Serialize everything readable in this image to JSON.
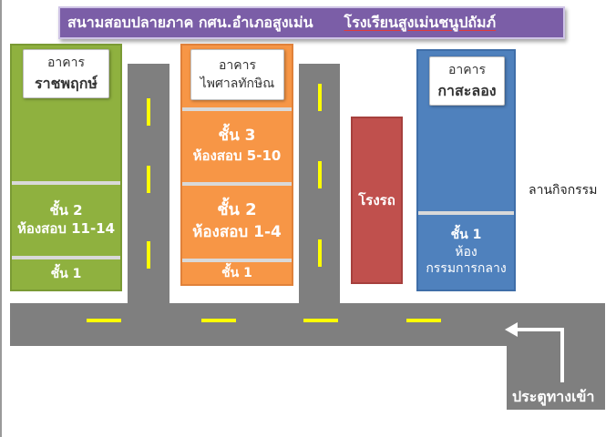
{
  "title": {
    "exam_site": "สนามสอบปลายภาค กศน.อำเภอสูงเม่น",
    "school": "โรงเรียนสูงเม่นชนูปถัมภ์"
  },
  "buildings": {
    "ratchaphruek": {
      "label": "อาคาร",
      "name": "ราชพฤกษ์",
      "floor2": {
        "floor": "ชั้น 2",
        "rooms": "ห้องสอบ 11-14"
      },
      "floor1": {
        "floor": "ชั้น 1"
      }
    },
    "phaisan": {
      "label": "อาคาร",
      "name": "ไพศาลทักษิณ",
      "floor3": {
        "floor": "ชั้น 3",
        "rooms": "ห้องสอบ 5-10"
      },
      "floor2": {
        "floor": "ชั้น 2",
        "rooms": "ห้องสอบ 1-4"
      },
      "floor1": {
        "floor": "ชั้น 1"
      }
    },
    "garage": {
      "name": "โรงรถ"
    },
    "kasalong": {
      "label": "อาคาร",
      "name": "กาสะลอง",
      "floor1": {
        "floor": "ชั้น 1",
        "room_line1": "ห้อง",
        "room_line2": "กรรมการกลาง"
      }
    }
  },
  "activity_ground": "ลานกิจกรรม",
  "entrance": "ประตูทางเข้า",
  "colors": {
    "title_bg": "#7b5ea7",
    "road": "#7f7f7f",
    "lane_marking": "#ffff00",
    "ratchaphruek": "#8fb13f",
    "phaisan": "#f79646",
    "garage": "#c0504d",
    "kasalong": "#4f81bd"
  },
  "icons": {
    "entrance_arrow": "arrow-left-turn-icon"
  }
}
